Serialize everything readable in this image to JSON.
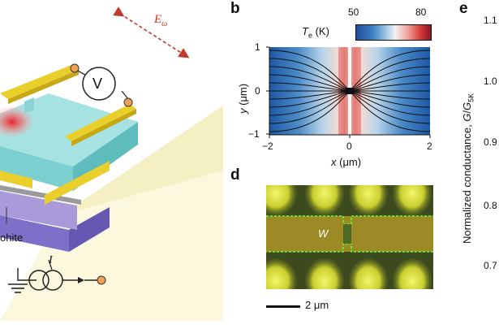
{
  "panel_a": {
    "field_symbol": "E",
    "field_subscript": "ω",
    "voltmeter": "V",
    "current_symbol": "I",
    "graphite_fragment": "ohite"
  },
  "panel_b": {
    "letter": "b",
    "colorbar": {
      "label_main": "T",
      "label_sub": "e",
      "label_unit": " (K)",
      "min": "50",
      "max": "80"
    },
    "y_axis": {
      "label_main": "y",
      "label_unit": " (μm)",
      "ticks": [
        "1",
        "0",
        "−1"
      ]
    },
    "x_axis": {
      "label_main": "x",
      "label_unit": " (μm)",
      "ticks": [
        "−2",
        "0",
        "2"
      ]
    }
  },
  "panel_d": {
    "letter": "d",
    "channel_label": "W",
    "scalebar_text": "2 μm"
  },
  "panel_e": {
    "letter": "e",
    "y_axis_label_main": "Normalized conductance, ",
    "y_axis_label_var": "G",
    "y_axis_label_div": "/",
    "y_axis_label_var2": "G",
    "y_axis_label_sub": "5K",
    "y_ticks": [
      "1.1",
      "1.0",
      "0.9",
      "0.8",
      "0.7"
    ]
  },
  "colors": {
    "cold": "#1f5fa8",
    "hot": "#d42a2a",
    "field_arrow": "#c0392b",
    "metal": "#e9cf2c",
    "substrate_top": "#99dddd",
    "bn_violet": "#7c6fc8",
    "microscope_bg": "#3f4a1e",
    "dashed_outline": "#55ff33"
  }
}
